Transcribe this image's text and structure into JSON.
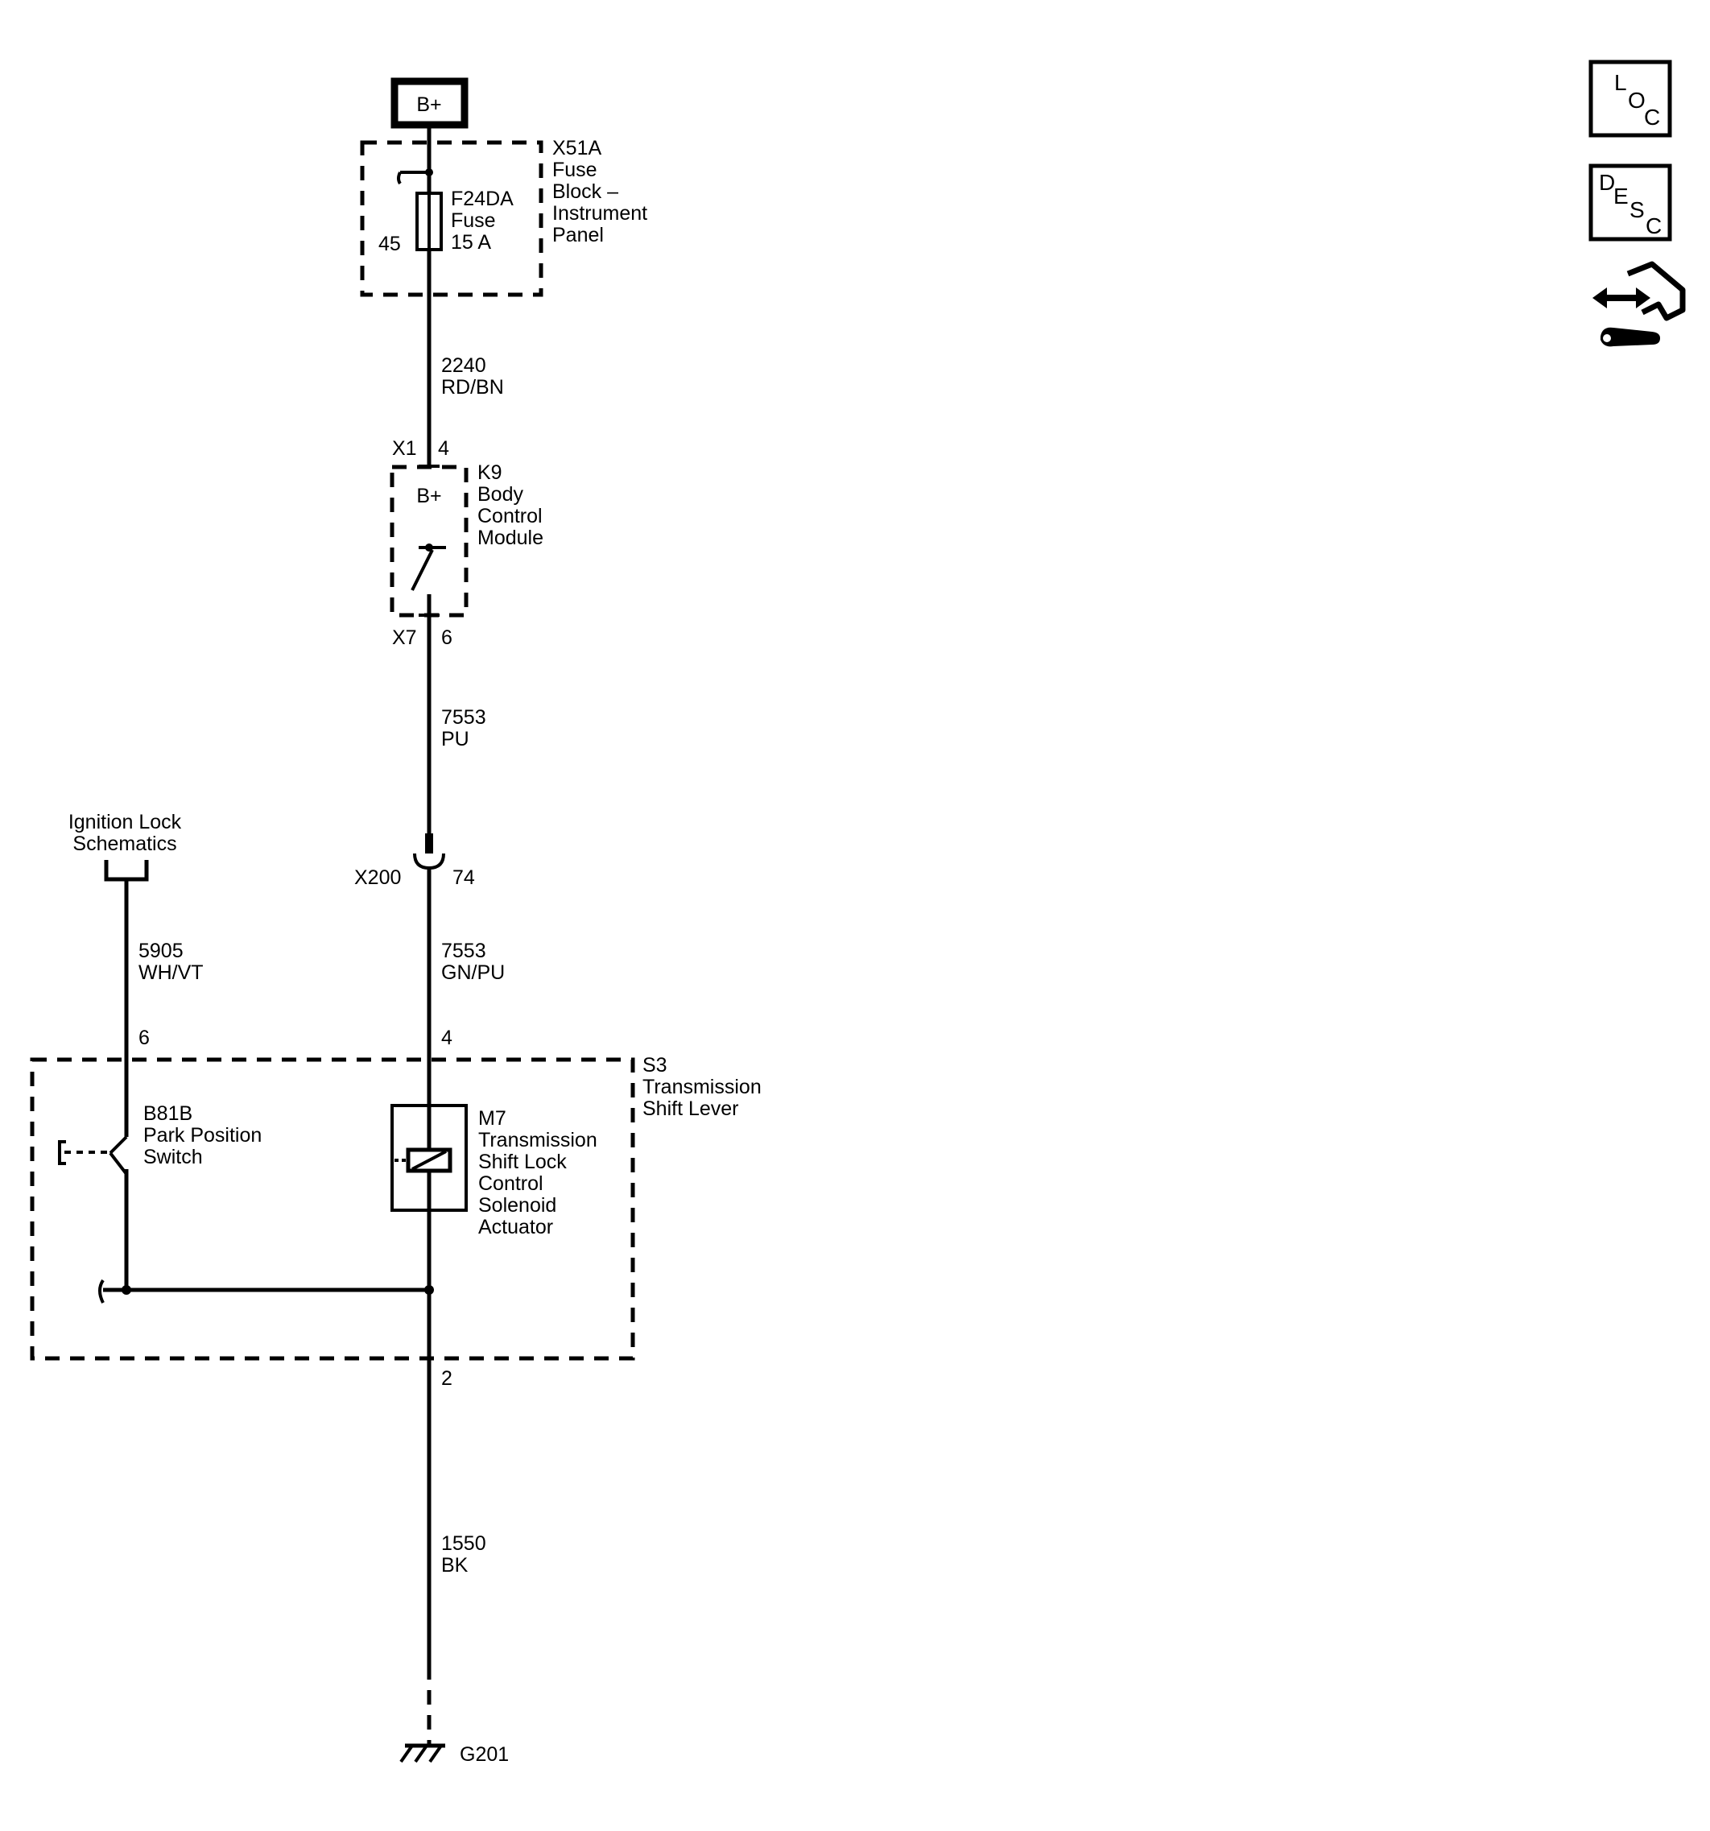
{
  "power": {
    "label": "B+"
  },
  "fuse_block": {
    "name_lines": [
      "X51A",
      "Fuse",
      "Block –",
      "Instrument",
      "Panel"
    ],
    "fuse_lines": [
      "F24DA",
      "Fuse",
      "15 A"
    ],
    "cavity": "45"
  },
  "wires": {
    "w2240": {
      "circuit": "2240",
      "color": "RD/BN"
    },
    "w7553_pu": {
      "circuit": "7553",
      "color": "PU"
    },
    "w7553_gnpu": {
      "circuit": "7553",
      "color": "GN/PU"
    },
    "w5905": {
      "circuit": "5905",
      "color": "WH/VT"
    },
    "w1550": {
      "circuit": "1550",
      "color": "BK"
    }
  },
  "bcm": {
    "conn_in": "X1",
    "pin_in": "4",
    "supply": "B+",
    "name_lines": [
      "K9",
      "Body",
      "Control",
      "Module"
    ],
    "conn_out": "X7",
    "pin_out": "6"
  },
  "inline": {
    "conn": "X200",
    "pin": "74"
  },
  "ignition_ref": {
    "lines": [
      "Ignition Lock",
      "Schematics"
    ]
  },
  "shift_lever": {
    "name_lines": [
      "S3",
      "Transmission",
      "Shift Lever"
    ],
    "pin_left": "6",
    "pin_right": "4",
    "pin_bottom": "2"
  },
  "park_switch": {
    "name_lines": [
      "B81B",
      "Park Position",
      "Switch"
    ]
  },
  "solenoid": {
    "name_lines": [
      "M7",
      "Transmission",
      "Shift Lock",
      "Control",
      "Solenoid",
      "Actuator"
    ]
  },
  "ground": {
    "label": "G201"
  },
  "side_icons": {
    "loc": [
      "L",
      "O",
      "C"
    ],
    "desc": [
      "D",
      "E",
      "S",
      "C"
    ],
    "connector_icon": "connector-wrench-icon"
  }
}
